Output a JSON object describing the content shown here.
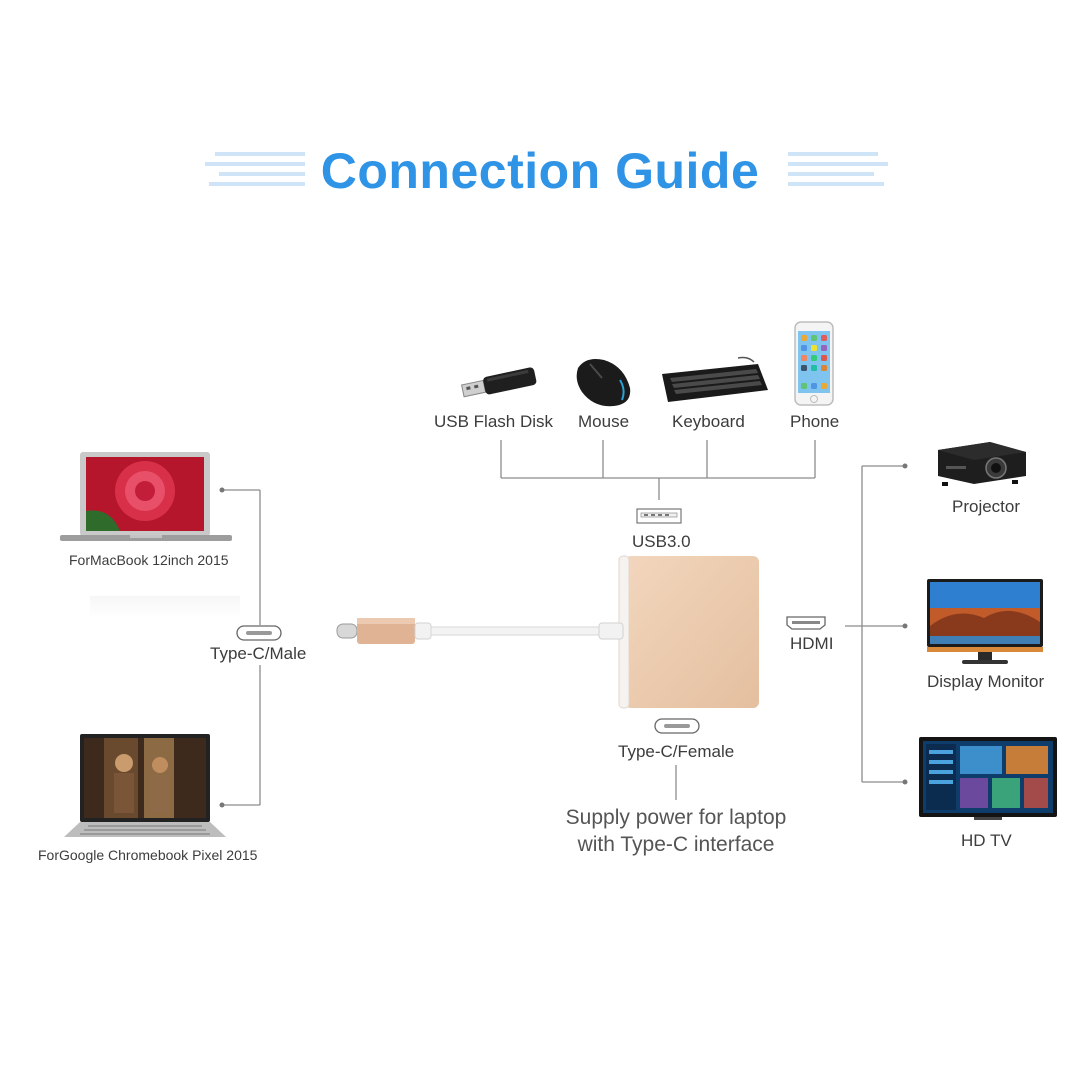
{
  "title": "Connection Guide",
  "top_devices": [
    {
      "label": "USB Flash Disk",
      "icon": "usb-flash-disk-icon"
    },
    {
      "label": "Mouse",
      "icon": "mouse-icon"
    },
    {
      "label": "Keyboard",
      "icon": "keyboard-icon"
    },
    {
      "label": "Phone",
      "icon": "phone-icon"
    }
  ],
  "ports": {
    "usb": "USB3.0",
    "hdmi": "HDMI",
    "type_c_male": "Type-C/Male",
    "type_c_female": "Type-C/Female"
  },
  "laptops": [
    {
      "label": "ForMacBook 12inch 2015",
      "icon": "macbook-icon"
    },
    {
      "label": "ForGoogle Chromebook Pixel 2015",
      "icon": "chromebook-icon"
    }
  ],
  "displays": [
    {
      "label": "Projector",
      "icon": "projector-icon"
    },
    {
      "label": "Display Monitor",
      "icon": "monitor-icon"
    },
    {
      "label": "HD TV",
      "icon": "hdtv-icon"
    }
  ],
  "power_note": {
    "line1": "Supply power for laptop",
    "line2": "with Type-C interface"
  },
  "colors": {
    "title": "#2f93e6",
    "adapter": "#e9c8aa",
    "lines": "#8c8c8c"
  }
}
